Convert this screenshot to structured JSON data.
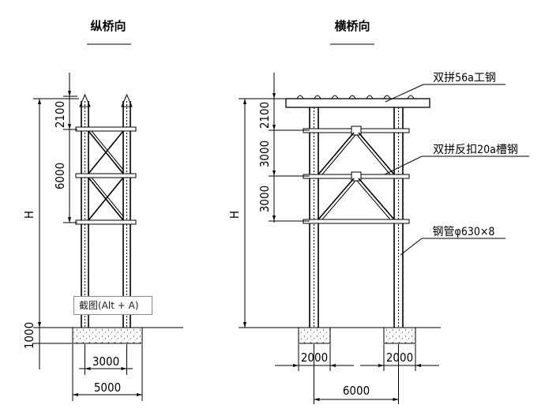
{
  "views": {
    "left_title": "纵桥向",
    "right_title": "横桥向"
  },
  "dimensions": {
    "top_2100_left": "2100",
    "mid_6000_left": "6000",
    "h_left": "H",
    "base_1000": "1000",
    "w_3000": "3000",
    "w_5000": "5000",
    "top_2100_right": "2100",
    "mid_3000_a": "3000",
    "mid_3000_b": "3000",
    "h_right": "H",
    "w_2000_a": "2000",
    "w_2000_b": "2000",
    "w_6000": "6000"
  },
  "notes": {
    "beam": "双拼56a工钢",
    "channel": "双拼反扣20a槽钢",
    "pipe": "钢管φ630×8"
  },
  "tooltip": "截图(Alt + A)"
}
